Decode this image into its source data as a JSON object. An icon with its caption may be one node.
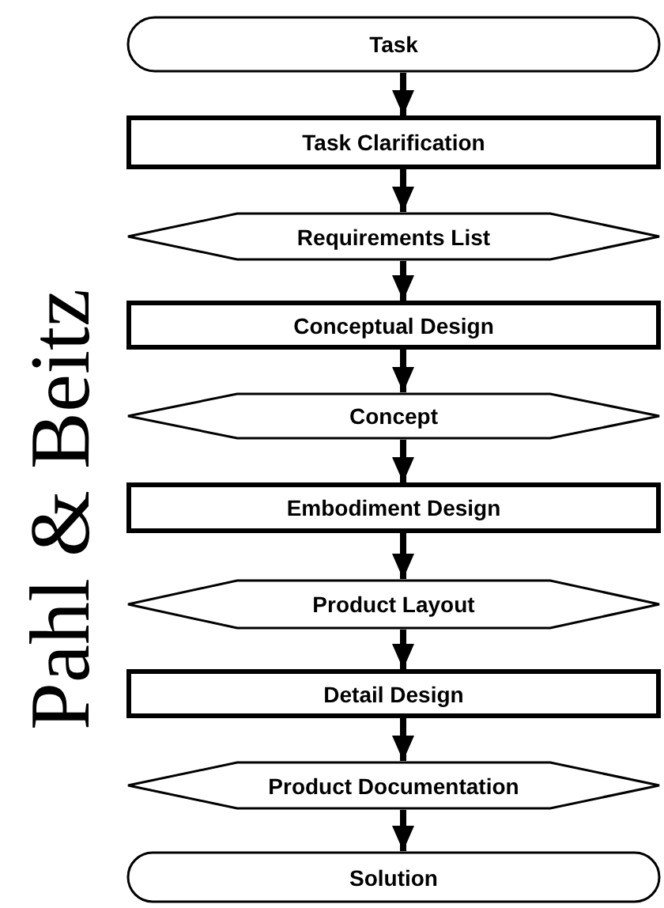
{
  "diagram": {
    "nodes": [
      {
        "text": [
          "Task"
        ]
      },
      {
        "text": [
          "Task Clarification"
        ]
      },
      {
        "text": [
          "Requirements List"
        ]
      },
      {
        "text": [
          "Conceptual Design"
        ]
      },
      {
        "text": [
          "Concept"
        ]
      },
      {
        "text": [
          "Embodiment Design"
        ]
      },
      {
        "text": [
          "Product Layout"
        ]
      },
      {
        "text": [
          "Detail Design"
        ]
      },
      {
        "text": [
          "Product Documentation"
        ]
      },
      {
        "text": [
          "Solution"
        ]
      }
    ],
    "edges": [
      {
        "from": 0,
        "to": 1,
        "arrow": "to"
      },
      {
        "from": 1,
        "to": 2,
        "arrow": "to"
      },
      {
        "from": 2,
        "to": 3,
        "arrow": "to"
      },
      {
        "from": 3,
        "to": 4,
        "arrow": "to"
      },
      {
        "from": 4,
        "to": 5,
        "arrow": "to"
      },
      {
        "from": 5,
        "to": 6,
        "arrow": "to"
      },
      {
        "from": 6,
        "to": 7,
        "arrow": "to"
      },
      {
        "from": 7,
        "to": 8,
        "arrow": "to"
      },
      {
        "from": 8,
        "to": 9,
        "arrow": "to"
      }
    ],
    "labels": [
      "Pahl & Beitz"
    ]
  }
}
